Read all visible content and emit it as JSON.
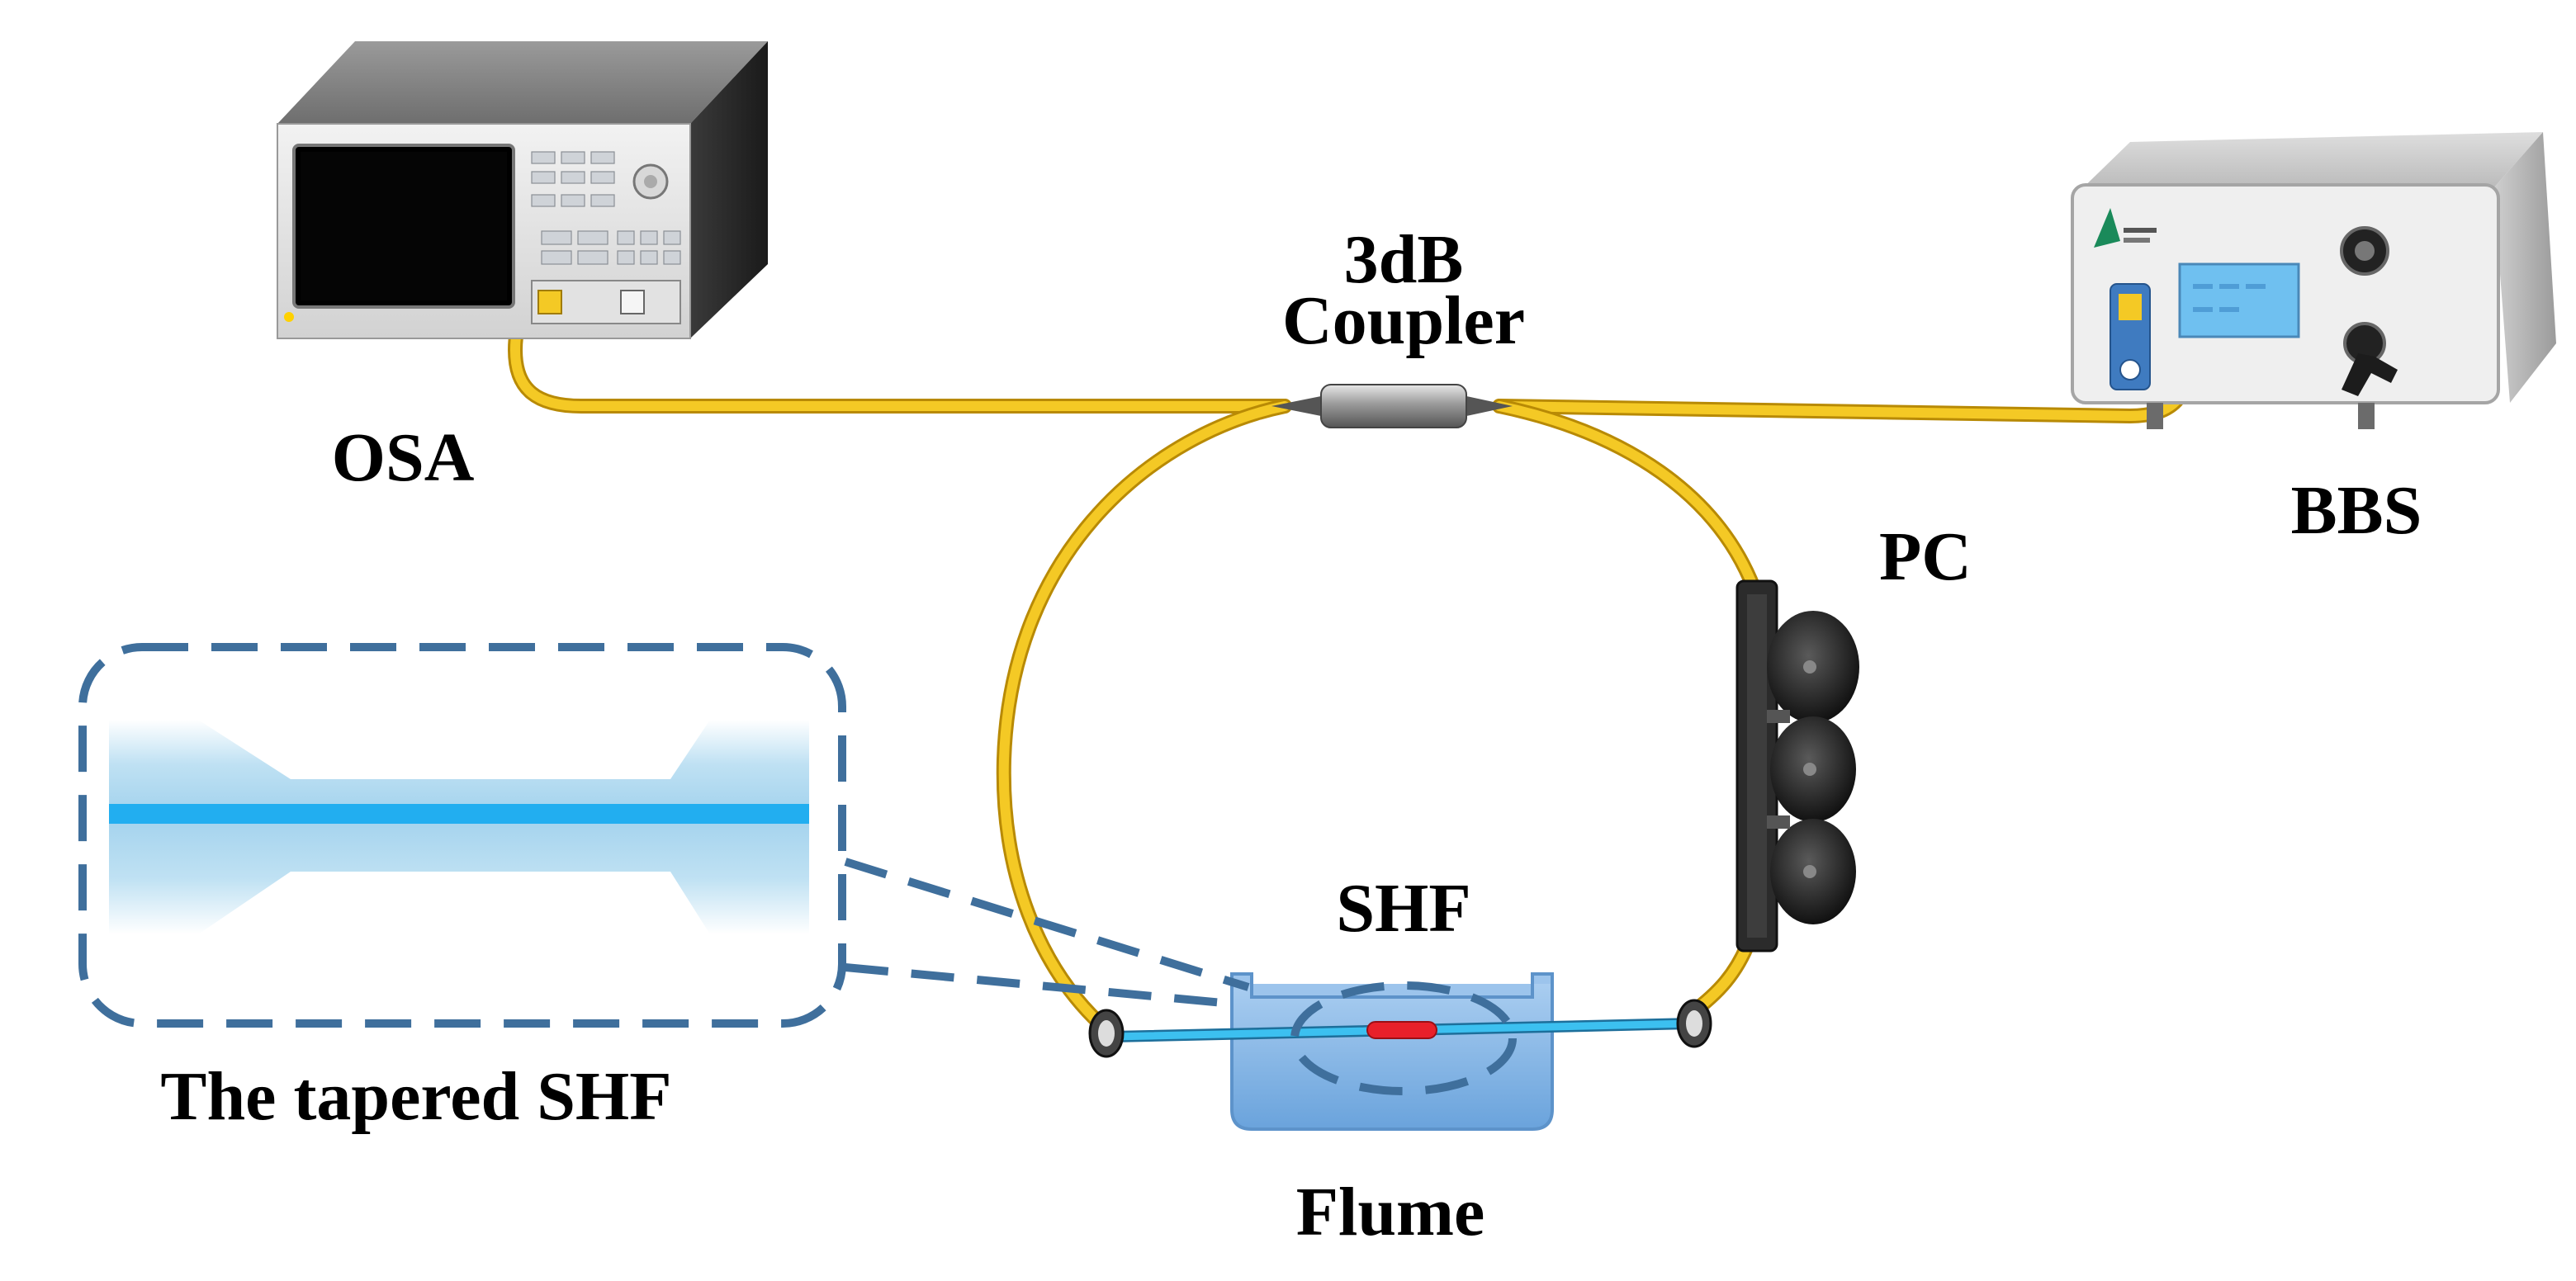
{
  "labels": {
    "osa": "OSA",
    "coupler_line1": "3dB",
    "coupler_line2": "Coupler",
    "bbs": "BBS",
    "pc": "PC",
    "shf": "SHF",
    "tapered": "The tapered SHF",
    "flume": "Flume"
  },
  "colors": {
    "fiber": "#f2c21a",
    "fiber_dark": "#b88a05",
    "dashed": "#3f6f9c",
    "water": "#7aaee2",
    "shf_fiber": "#2aa9e6",
    "sensing_region": "#e8202a"
  }
}
